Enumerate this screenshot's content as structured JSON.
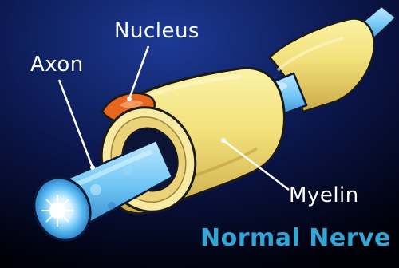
{
  "labels": {
    "nucleus": "Nucleus",
    "axon": "Axon",
    "myelin": "Myelin"
  },
  "title": "Normal Nerve",
  "colors": {
    "background_top": "#0a1440",
    "background_bottom": "#000000",
    "axon_blue": "#6fc6f5",
    "myelin_yellow": "#f2e07a",
    "myelin_shadow": "#c9b24a",
    "nucleus_orange": "#e8651e",
    "title_blue": "#32a6d6"
  }
}
